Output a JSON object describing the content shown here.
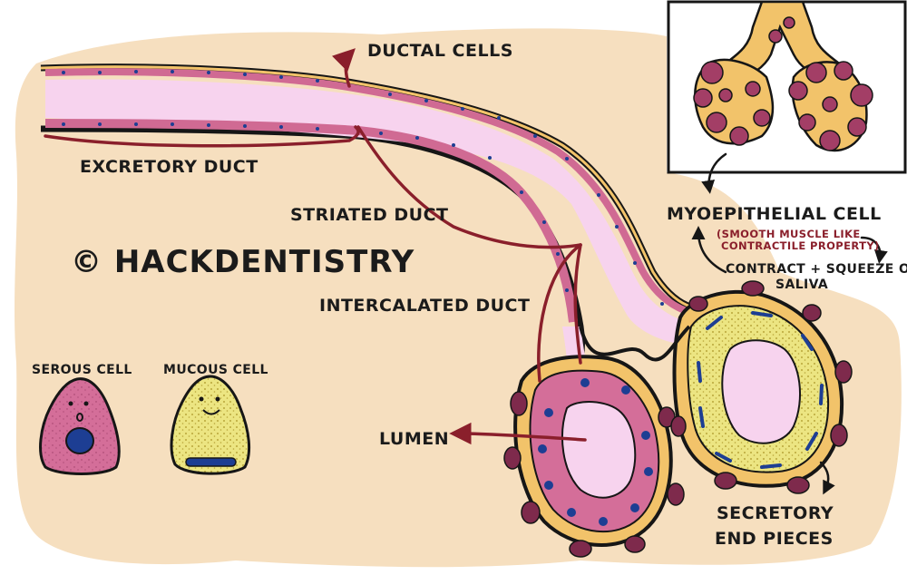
{
  "labels": {
    "ductal_cells": "DUCTAL CELLS",
    "excretory_duct": "EXCRETORY DUCT",
    "striated_duct": "STRIATED DUCT",
    "copyright": "© HACKDENTISTRY",
    "intercalated_duct": "INTERCALATED DUCT",
    "serous_cell": "SEROUS CELL",
    "mucous_cell": "MUCOUS CELL",
    "lumen": "LUMEN",
    "myoepithelial_cell": "MYOEPITHELIAL CELL",
    "smooth_muscle_line1": "(SMOOTH MUSCLE LIKE",
    "smooth_muscle_line2": "CONTRACTILE PROPERTY)",
    "contract_squeeze": "CONTRACT + SQUEEZE OUT",
    "saliva": "SALIVA",
    "secretory_line1": "SECRETORY",
    "secretory_line2": "END PIECES"
  },
  "colors": {
    "background_blob": "#f6dfbf",
    "duct_lumen": "#f7d3ee",
    "duct_wall": "#f2c36a",
    "ductal_cell": "#d06a93",
    "serous_cell": "#d46e99",
    "mucous_cell": "#ece582",
    "myoepithelial": "#7e2a4c",
    "arrow": "#8a1f2b",
    "outline": "#161616",
    "nucleus_blue": "#1d3e93",
    "note_text": "#8a1f2b"
  }
}
